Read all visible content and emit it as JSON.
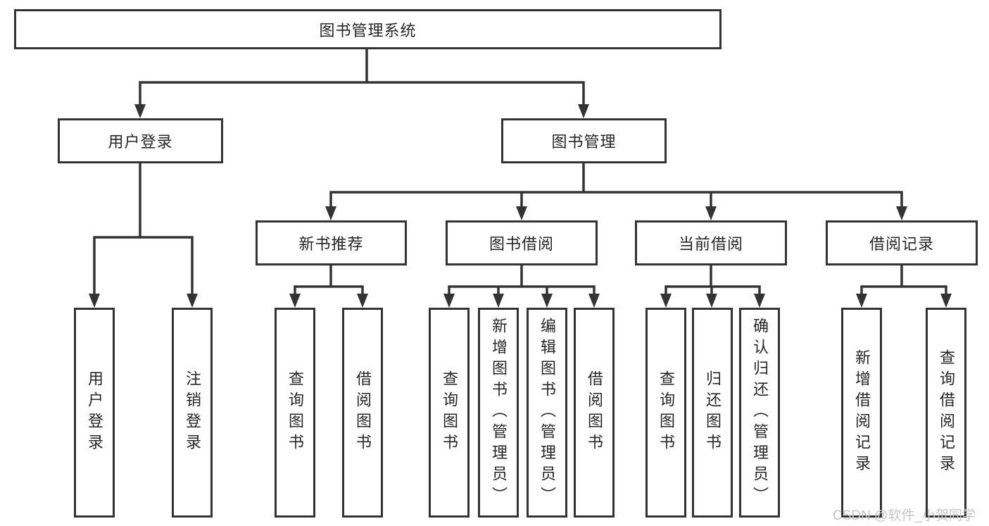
{
  "diagram": {
    "root": {
      "label": "图书管理系统"
    },
    "branches": [
      {
        "label": "用户登录",
        "children": [
          {
            "label": "用户登录"
          },
          {
            "label": "注销登录"
          }
        ]
      },
      {
        "label": "图书管理",
        "sections": [
          {
            "label": "新书推荐",
            "children": [
              {
                "label": "查询图书"
              },
              {
                "label": "借阅图书"
              }
            ]
          },
          {
            "label": "图书借阅",
            "children": [
              {
                "label": "查询图书"
              },
              {
                "label": "新增图书（管理员）"
              },
              {
                "label": "编辑图书（管理员）"
              },
              {
                "label": "借阅图书"
              }
            ]
          },
          {
            "label": "当前借阅",
            "children": [
              {
                "label": "查询图书"
              },
              {
                "label": "归还图书"
              },
              {
                "label": "确认归还（管理员）"
              }
            ]
          },
          {
            "label": "借阅记录",
            "children": [
              {
                "label": "新增借阅记录"
              },
              {
                "label": "查询借阅记录"
              }
            ]
          }
        ]
      }
    ]
  },
  "watermark": {
    "text": "CSDN @软件_小贺同学"
  },
  "colors": {
    "line": "#333333",
    "border": "#333333",
    "text": "#262626",
    "background": "#ffffff",
    "watermark": "#c6c6c6"
  }
}
